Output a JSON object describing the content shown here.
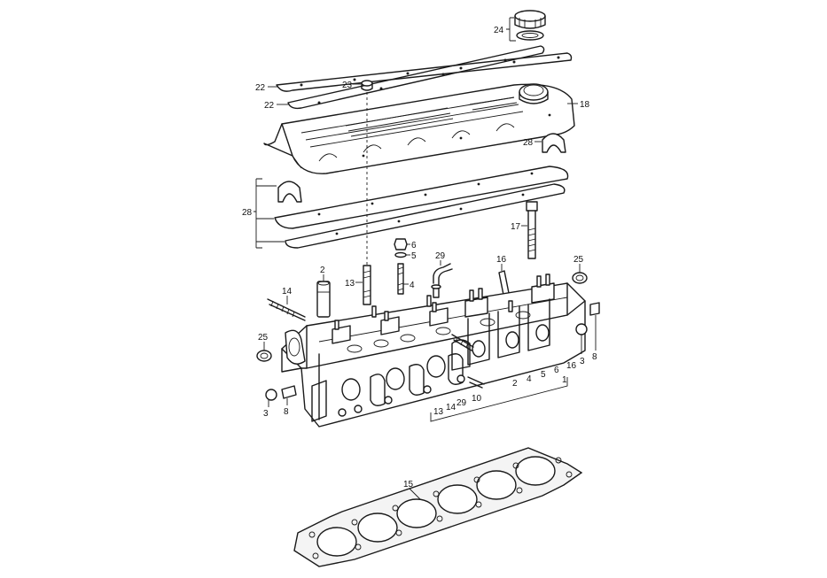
{
  "diagram": {
    "callouts": {
      "c1": "1",
      "c2a": "2",
      "c2b": "2",
      "c3a": "3",
      "c3b": "3",
      "c4a": "4",
      "c4b": "4",
      "c5a": "5",
      "c5b": "5",
      "c6a": "6",
      "c6b": "6",
      "c8a": "8",
      "c8b": "8",
      "c10": "10",
      "c13a": "13",
      "c13b": "13",
      "c14a": "14",
      "c14b": "14",
      "c15": "15",
      "c16a": "16",
      "c16b": "16",
      "c17": "17",
      "c18": "18",
      "c22a": "22",
      "c22b": "22",
      "c23": "23",
      "c24": "24",
      "c25a": "25",
      "c25b": "25",
      "c28a": "28",
      "c28b": "28",
      "c29a": "29",
      "c29b": "29"
    }
  }
}
